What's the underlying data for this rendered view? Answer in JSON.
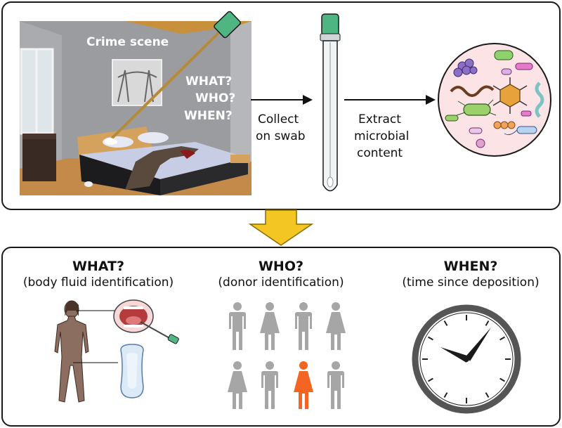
{
  "top": {
    "scene_title": "Crime scene",
    "questions": [
      "WHAT?",
      "WHO?",
      "WHEN?"
    ],
    "step1": [
      "Collect",
      "on swab"
    ],
    "step2": [
      "Extract",
      "microbial",
      "content"
    ]
  },
  "bottom": {
    "what": {
      "title": "WHAT?",
      "subtitle": "(body fluid identification)"
    },
    "who": {
      "title": "WHO?",
      "subtitle": "(donor identification)"
    },
    "when": {
      "title": "WHEN?",
      "subtitle": "(time since deposition)"
    }
  },
  "colors": {
    "highlight_person": "#f26522",
    "person_gray": "#a6a6a6",
    "arrow_yellow": "#f3c623",
    "swab_cap": "#4fb583",
    "microbe_circle": "#fbe3e6"
  },
  "icons": [
    "swab-icon",
    "bacteria-icon",
    "virus-icon",
    "person-icon",
    "mouth-icon",
    "pad-icon",
    "clock-icon",
    "down-arrow-icon"
  ]
}
